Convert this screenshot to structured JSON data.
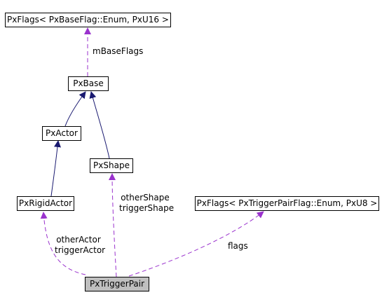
{
  "nodes": {
    "pxflags_base": "PxFlags< PxBaseFlag::Enum, PxU16 >",
    "pxbase": "PxBase",
    "pxactor": "PxActor",
    "pxshape": "PxShape",
    "pxrigidactor": "PxRigidActor",
    "pxflags_trigger": "PxFlags< PxTriggerPairFlag::Enum, PxU8 >",
    "pxtriggerpair": "PxTriggerPair"
  },
  "edge_labels": {
    "mbaseflags": "mBaseFlags",
    "othershape": "otherShape",
    "triggershape": "triggerShape",
    "otheractor": "otherActor",
    "triggeractor": "triggerActor",
    "flags": "flags"
  },
  "colors": {
    "inheritance_edge": "#191970",
    "member_edge": "#9a32cd",
    "focus_node_fill": "#bfbfbf"
  }
}
